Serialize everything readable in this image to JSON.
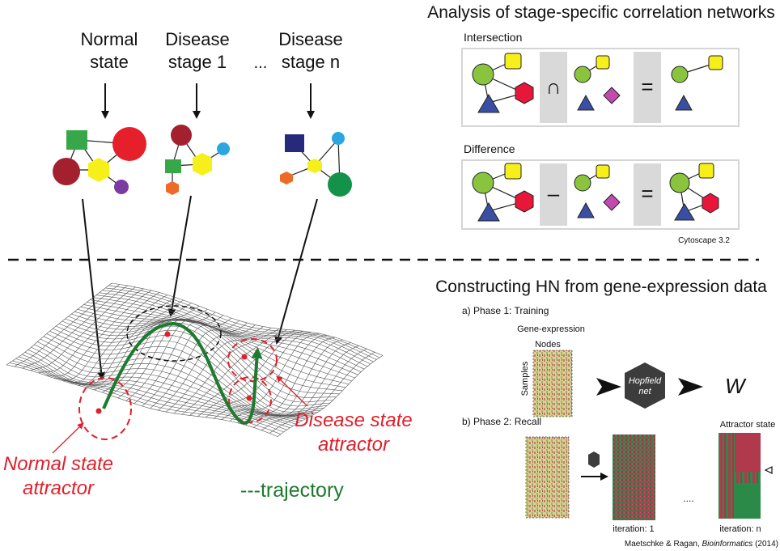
{
  "states": {
    "normal": [
      "Normal",
      "state"
    ],
    "stage1": [
      "Disease",
      "stage 1"
    ],
    "dots": "...",
    "stagen": [
      "Disease",
      "stage n"
    ]
  },
  "landscape": {
    "normal_attractor": [
      "Normal state",
      "attractor"
    ],
    "disease_attractor": [
      "Disease state",
      "attractor"
    ],
    "trajectory": "---trajectory"
  },
  "correlation": {
    "title": "Analysis of stage-specific correlation networks",
    "intersection_label": "Intersection",
    "intersection_op": "∩",
    "difference_label": "Difference",
    "difference_op": "–",
    "equals": "=",
    "software": "Cytoscape 3.2"
  },
  "hn": {
    "title": "Constructing HN from gene-expression data",
    "phase1": "a) Phase 1: Training",
    "gene_expression": "Gene-expression",
    "nodes": "Nodes",
    "samples": "Samples",
    "hopfield": [
      "Hopfield",
      "net"
    ],
    "w": "W",
    "phase2": "b) Phase 2: Recall",
    "attractor_state": "Attractor state",
    "ellipsis": "....",
    "iter1": "iteration: 1",
    "itern": "iteration: n",
    "citation": "Maetschke & Ragan, ",
    "journal": "Bioinformatics",
    "year": " (2014)"
  },
  "colors": {
    "red": "#e0202b",
    "green": "#1d7a2e",
    "yellow": "#f7ef1a",
    "light_green": "#8ac43f",
    "blue": "#3a4fa3",
    "magenta": "#c24bb0"
  }
}
